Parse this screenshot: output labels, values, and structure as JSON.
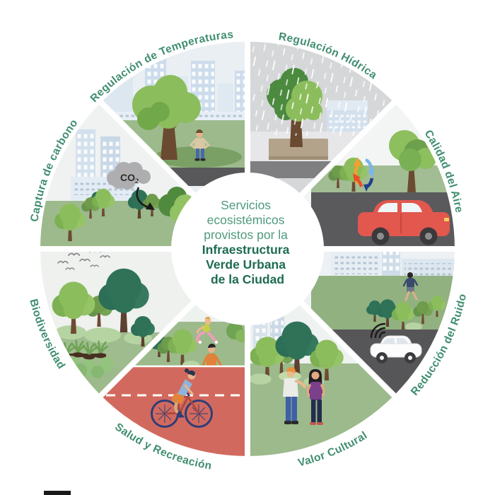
{
  "center": {
    "line1": "Servicios",
    "line2": "ecosistémicos",
    "line3": "provistos por la",
    "line4": "Infraestructura",
    "line5": "Verde Urbana",
    "line6": "de la Ciudad"
  },
  "labels": {
    "temperaturas": "Regulación de Temperaturas",
    "hidrica": "Regulación Hídrica",
    "aire": "Calidad del Aire",
    "ruido": "Reducción del Ruido",
    "cultural": "Valor Cultural",
    "salud": "Salud y Recreación",
    "biodiversidad": "Biodiversidad",
    "carbono": "Captura de carbono"
  },
  "annotations": {
    "co2": "CO",
    "co2_sub": "2"
  },
  "colors": {
    "label_green": "#3f8e6f",
    "center_green": "#4f9a7d",
    "center_dark_green": "#1d6b50",
    "grass": "#9cba8c",
    "road": "#58585a",
    "rain_sky": "#d5d7d9",
    "track_red": "#d2695e",
    "car_red": "#e2574e",
    "building_blue": "#ccdcec"
  }
}
